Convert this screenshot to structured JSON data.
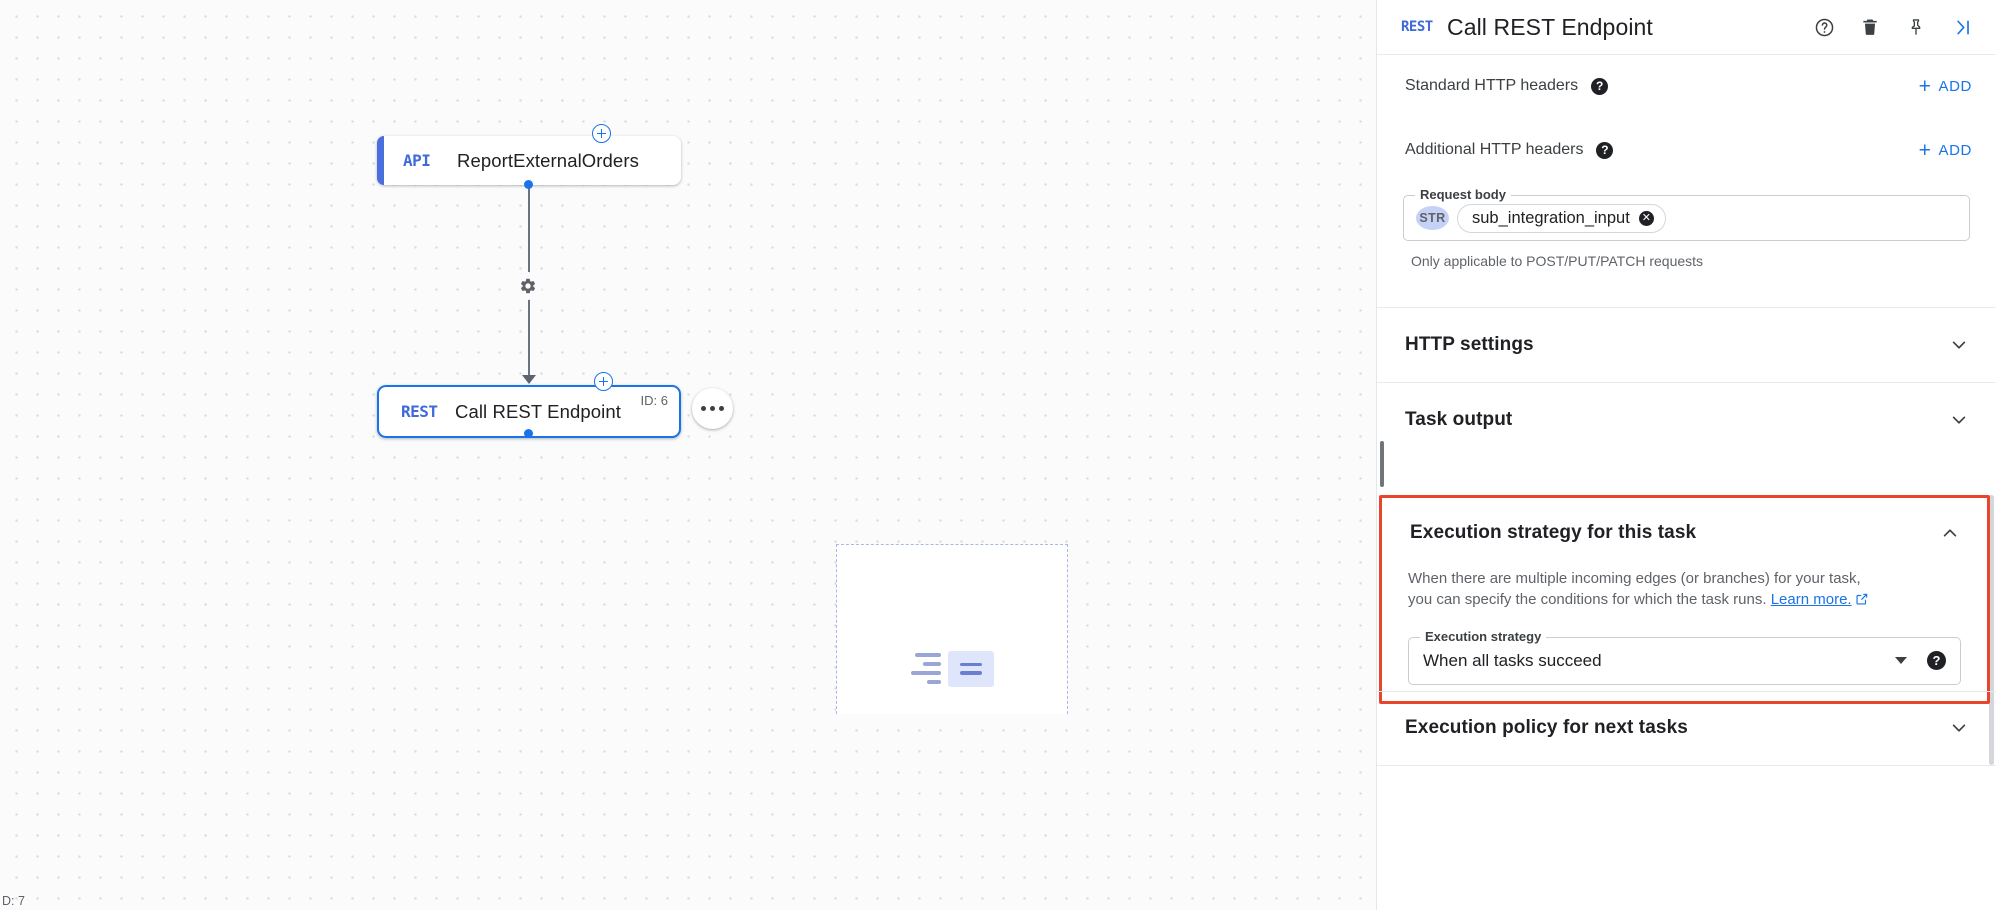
{
  "canvas": {
    "zoom_indicator": "D: 7",
    "nodes": [
      {
        "type": "API",
        "label": "ReportExternalOrders"
      },
      {
        "type": "REST",
        "label": "Call REST Endpoint",
        "id_badge": "ID: 6"
      }
    ],
    "icons": {
      "gear": "gear-icon",
      "add": "plus-circle-icon",
      "overflow": "more-options-icon"
    }
  },
  "panel": {
    "header": {
      "type_tag": "REST",
      "title": "Call REST Endpoint",
      "help_icon": "help-circle-icon",
      "delete_icon": "trash-icon",
      "pin_icon": "pin-icon",
      "collapse_icon": "collapse-panel-icon"
    },
    "standard_headers": {
      "label": "Standard HTTP headers",
      "help": "?",
      "add_label": "ADD",
      "add_plus": "+"
    },
    "additional_headers": {
      "label": "Additional HTTP headers",
      "help": "?",
      "add_label": "ADD",
      "add_plus": "+"
    },
    "request_body": {
      "legend": "Request body",
      "type_badge": "STR",
      "chip_value": "sub_integration_input",
      "chip_remove": "✕",
      "helper": "Only applicable to POST/PUT/PATCH requests"
    },
    "sections": [
      {
        "title": "HTTP settings",
        "state": "collapsed",
        "chevron": "chevron-down"
      },
      {
        "title": "Task output",
        "state": "collapsed",
        "chevron": "chevron-down"
      },
      {
        "title": "Execution policy for next tasks",
        "state": "collapsed",
        "chevron": "chevron-down"
      }
    ],
    "execution_strategy": {
      "title": "Execution strategy for this task",
      "state": "expanded",
      "chevron": "chevron-up",
      "description_line1": "When there are multiple incoming edges (or branches) for your task,",
      "description_line2": "you can specify the conditions for which the task runs.",
      "learn_more": "Learn more.",
      "field_legend": "Execution strategy",
      "field_value": "When all tasks succeed",
      "field_help": "?",
      "highlight_color": "#e8452a"
    }
  },
  "colors": {
    "accent_blue": "#1a73e8",
    "node_blue": "#4a6fdc",
    "highlight_red": "#e8452a",
    "text_primary": "#202124",
    "text_secondary": "#5f6368"
  }
}
